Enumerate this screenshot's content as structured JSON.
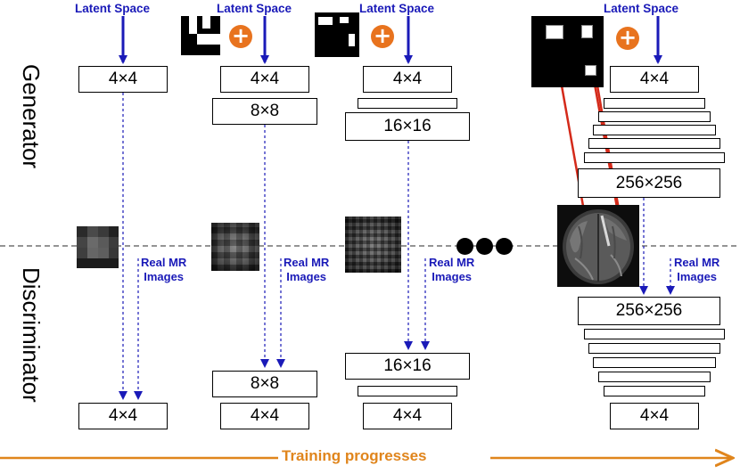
{
  "labels": {
    "latent_space": "Latent Space",
    "real_mr_line1": "Real MR",
    "real_mr_line2": "Images",
    "generator": "Generator",
    "discriminator": "Discriminator",
    "training": "Training progresses"
  },
  "resolutions": {
    "r4": "4×4",
    "r8": "8×8",
    "r16": "16×16",
    "r256": "256×256"
  },
  "colors": {
    "flow_arrow": "#1a1ab8",
    "mask_arrow": "#d42a1a",
    "plus": "#e8731e",
    "training": "#e0851c"
  },
  "icons": [
    "plus-icon",
    "ellipsis-dots-icon"
  ]
}
